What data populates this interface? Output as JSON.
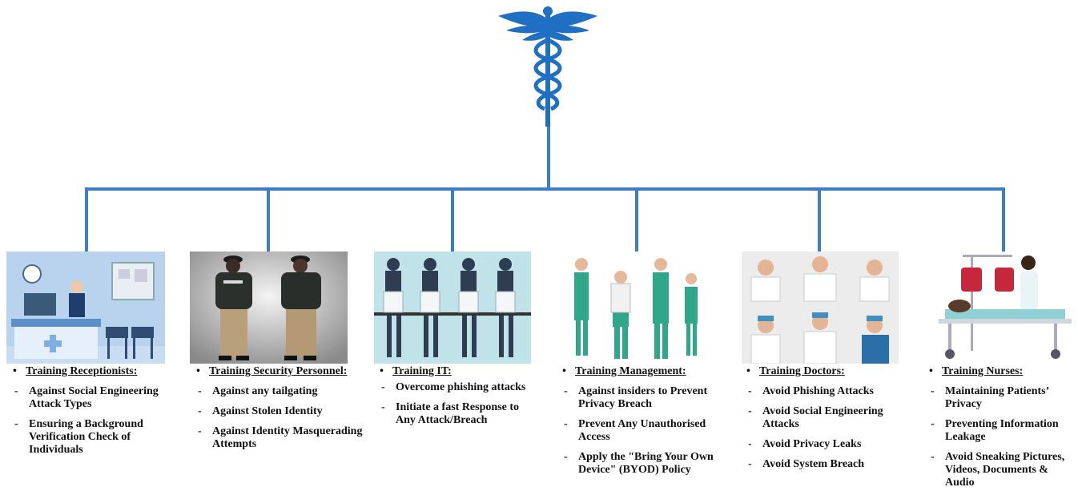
{
  "colors": {
    "connector": "#3d7cc9",
    "caduceus": "#1f6fc4"
  },
  "groups": [
    {
      "title": "Training Receptionists:",
      "items": [
        "Against Social Engineering Attack Types",
        "Ensuring a Background Verification Check of Individuals"
      ],
      "image": "receptionist-illustration"
    },
    {
      "title": "Training Security Personnel:",
      "items": [
        "Against any tailgating",
        "Against Stolen Identity",
        "Against Identity Masquerading Attempts"
      ],
      "image": "security-guards-photo"
    },
    {
      "title": "Training IT:",
      "items": [
        "Overcome phishing attacks",
        "Initiate a fast Response to Any Attack/Breach"
      ],
      "image": "it-staff-illustration"
    },
    {
      "title": "Training Management:",
      "items": [
        "Against insiders  to Prevent Privacy Breach",
        "Prevent Any Unauthorised Access",
        "Apply the \"Bring Your Own Device\" (BYOD) Policy"
      ],
      "image": "management-staff-illustration"
    },
    {
      "title": "Training Doctors:",
      "items": [
        "Avoid Phishing Attacks",
        "Avoid Social Engineering Attacks",
        "Avoid Privacy Leaks",
        "Avoid System Breach"
      ],
      "image": "doctors-illustration"
    },
    {
      "title": "Training Nurses:",
      "items": [
        "Maintaining Patients’ Privacy",
        "Preventing Information Leakage",
        "Avoid Sneaking Pictures, Videos, Documents & Audio"
      ],
      "image": "nurse-patient-illustration"
    }
  ]
}
